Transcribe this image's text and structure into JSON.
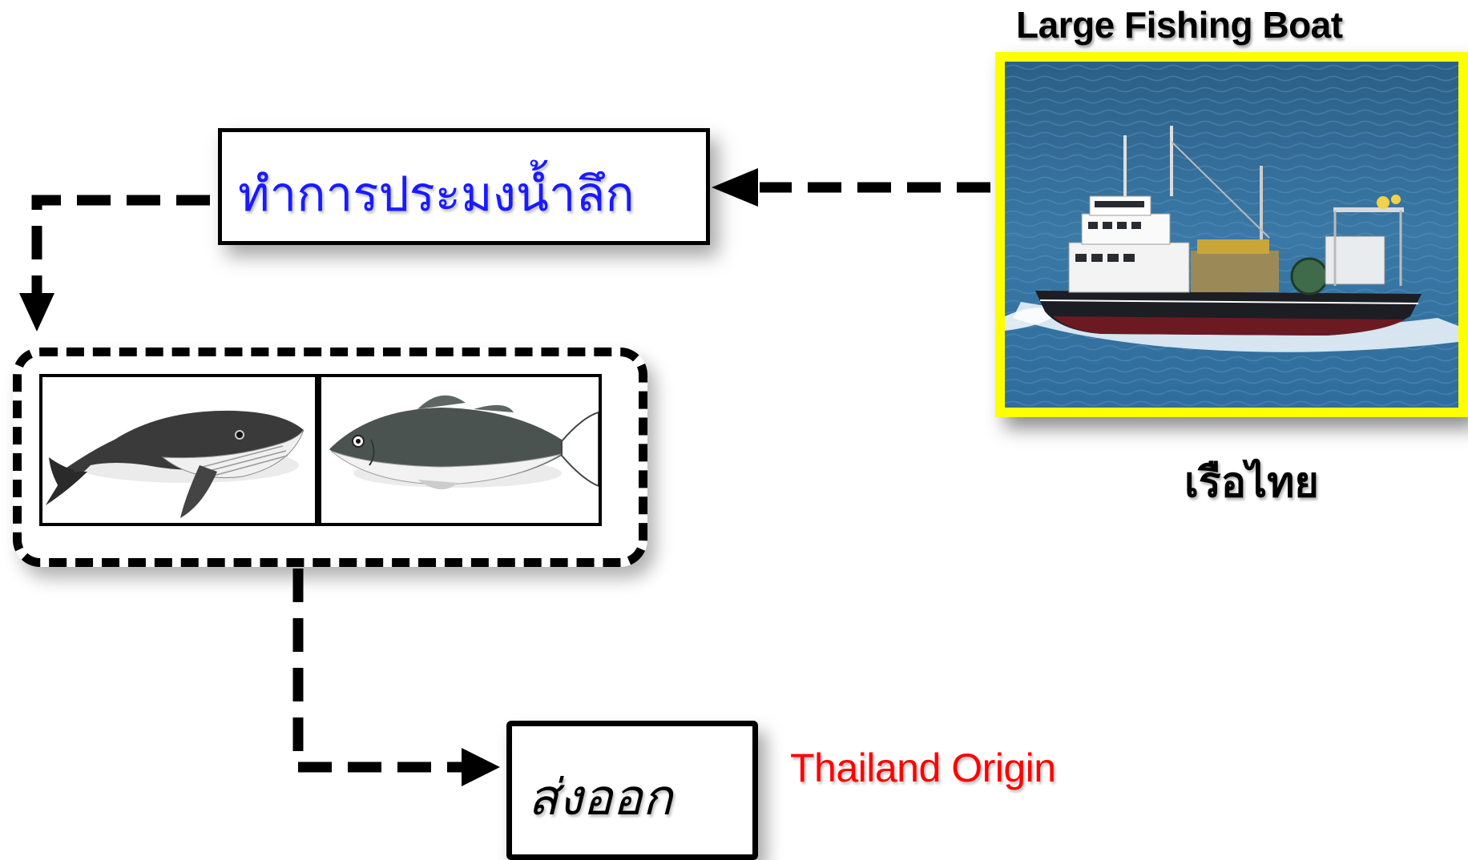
{
  "boat": {
    "title": "Large Fishing Boat",
    "caption": "เรือไทย",
    "frame_color": "#ffff00"
  },
  "fishing": {
    "label": "ทำการประมงน้ำลึก",
    "color": "#1a1aff"
  },
  "catch": {
    "items": [
      "whale",
      "tuna"
    ]
  },
  "export": {
    "label": "ส่งออก"
  },
  "origin": {
    "label": "Thailand Origin",
    "color": "#ff0000"
  }
}
